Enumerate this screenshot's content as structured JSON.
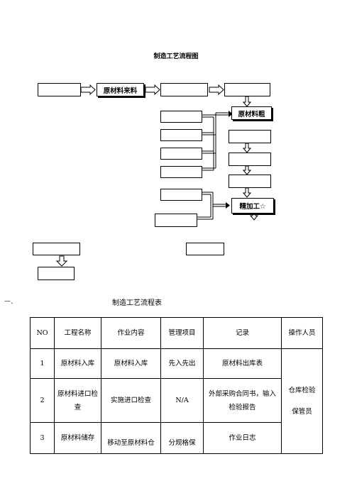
{
  "flowchart": {
    "title": "制造工艺流程图",
    "box_material_receive": "原材料来料",
    "box_material_rough": "原材料粗",
    "box_finish": "精加工☆"
  },
  "section_number": "一、",
  "table_title": "制造工艺流程表",
  "table": {
    "headers": [
      "NO",
      "工程名称",
      "作业内容",
      "管理项目",
      "记录",
      "操作人员"
    ],
    "rows": [
      {
        "no": "1",
        "name": "原材料入库",
        "content": "原材料入库",
        "mgmt": "先入先出",
        "record": "原材料出库表"
      },
      {
        "no": "2",
        "name": "原材料进口检查",
        "content": "实施进口检查",
        "mgmt": "N/A",
        "record": "外部采购合同书，输入检验报告"
      },
      {
        "no": "3",
        "name": "原材料储存",
        "content": "移动至原材料仓",
        "mgmt": "分规格保",
        "record": "作业日志"
      }
    ],
    "operator_line1": "仓库检验",
    "operator_line2": "保管员"
  }
}
